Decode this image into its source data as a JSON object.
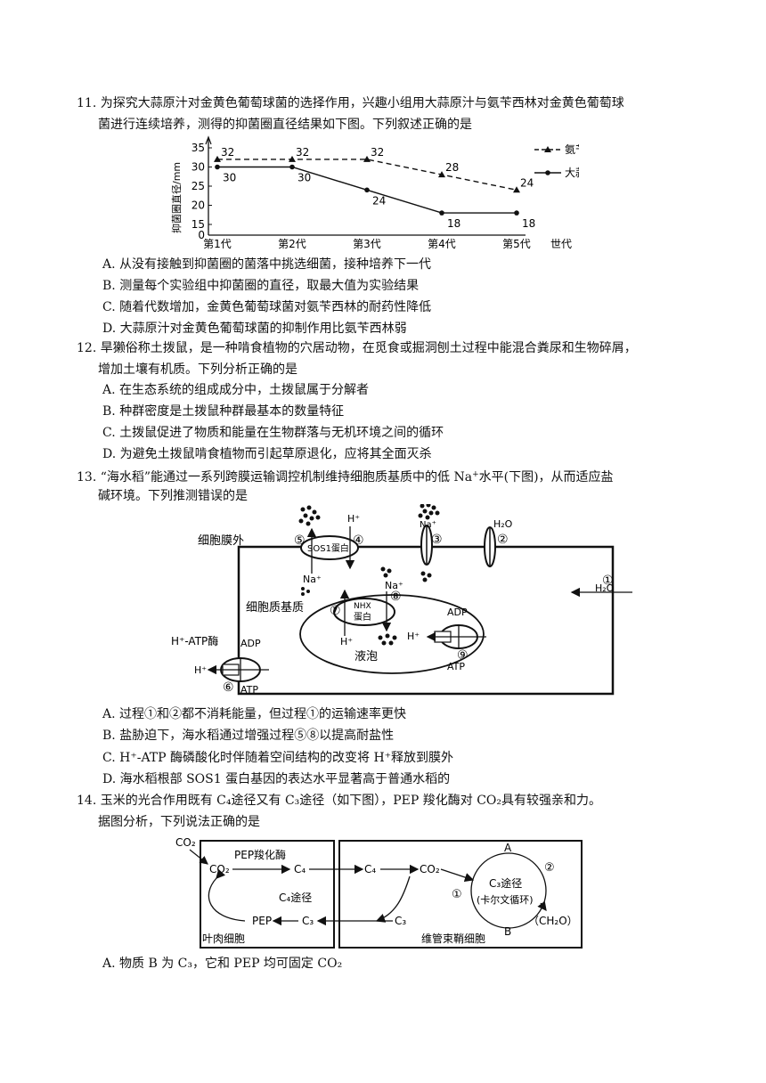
{
  "q11": {
    "stem_line1": "11. 为探究大蒜原汁对金黄色葡萄球菌的选择作用，兴趣小组用大蒜原汁与氨苄西林对金黄色葡萄球",
    "stem_line2": "菌进行连续培养，测得的抑菌圈直径结果如下图。下列叙述正确的是",
    "options": [
      "A. 从没有接触到抑菌圈的菌落中挑选细菌，接种培养下一代",
      "B. 测量每个实验组中抑菌圈的直径，取最大值为实验结果",
      "C. 随着代数增加，金黄色葡萄球菌对氨苄西林的耐药性降低",
      "D. 大蒜原汁对金黄色葡萄球菌的抑制作用比氨苄西林弱"
    ]
  },
  "chart_data": {
    "type": "line",
    "ylabel": "抑菌圈直径/mm",
    "xlabel": "世代",
    "categories": [
      "第1代",
      "第2代",
      "第3代",
      "第4代",
      "第5代"
    ],
    "yticks": [
      "0",
      "15",
      "20",
      "25",
      "30",
      "35"
    ],
    "ylim": [
      0,
      35
    ],
    "series": [
      {
        "name": "氨苄西林",
        "values": [
          32,
          32,
          32,
          28,
          24
        ],
        "style": "dashed-triangle",
        "labels": [
          "32",
          "32",
          "32",
          "28",
          "24"
        ]
      },
      {
        "name": "大蒜原汁",
        "values": [
          30,
          30,
          24,
          18,
          18
        ],
        "style": "solid-dot",
        "labels": [
          "30",
          "30",
          "24",
          "18",
          "18"
        ]
      }
    ],
    "legend": "right"
  },
  "q12": {
    "stem_line1": "12. 旱獭俗称土拨鼠，是一种啃食植物的穴居动物，在觅食或掘洞刨土过程中能混合粪尿和生物碎屑，",
    "stem_line2": "增加土壤有机质。下列分析正确的是",
    "options": [
      "A. 在生态系统的组成成分中，土拨鼠属于分解者",
      "B. 种群密度是土拨鼠种群最基本的数量特征",
      "C. 土拨鼠促进了物质和能量在生物群落与无机环境之间的循环",
      "D. 为避免土拨鼠啃食植物而引起草原退化，应将其全面灭杀"
    ]
  },
  "q13": {
    "stem_line1a": "13. “海水稻”能通过一系列跨膜运输调控机制维持细胞质基质中的低 Na",
    "stem_line1b": "水平(下图)，从而适应盐",
    "stem_line2": "碱环境。下列推测错误的是",
    "diagram": {
      "outside": "细胞膜外",
      "cytoplasm": "细胞质基质",
      "vacuole": "液泡",
      "sos1": "SOS1蛋白",
      "nhx_1": "NHX",
      "nhx_2": "蛋白",
      "atpase": "H⁺-ATP酶",
      "adp": "ADP",
      "atp": "ATP",
      "hplus": "H⁺",
      "na": "Na⁺",
      "water": "H₂O",
      "n1": "①",
      "n2": "②",
      "n3": "③",
      "n4": "④",
      "n5": "⑤",
      "n6": "⑥",
      "n7": "⑦",
      "n8": "⑧",
      "n9": "⑨"
    },
    "options": [
      "A. 过程①和②都不消耗能量，但过程①的运输速率更快",
      "B. 盐胁迫下，海水稻通过增强过程⑤⑧以提高耐盐性",
      "C.  H⁺-ATP 酶磷酸化时伴随着空间结构的改变将 H⁺释放到膜外",
      "D. 海水稻根部 SOS1 蛋白基因的表达水平显著高于普通水稻的"
    ]
  },
  "q14": {
    "stem_line1": "14. 玉米的光合作用既有 C₄途径又有 C₃途径（如下图），PEP 羧化酶对 CO₂具有较强亲和力。",
    "stem_line2": "据图分析，下列说法正确的是",
    "diagram": {
      "co2": "CO₂",
      "pep_enzyme": "PEP羧化酶",
      "c4": "C₄",
      "c4_path": "C₄途径",
      "pep": "PEP",
      "c3": "C₃",
      "mesophyll": "叶肉细胞",
      "bundle": "维管束鞘细胞",
      "c3_path": "C₃途径",
      "calvin": "(卡尔文循环)",
      "a": "A",
      "b": "B",
      "ch2o": "（CH₂O）",
      "n1": "①",
      "n2": "②"
    },
    "options": [
      "A.  物质 B 为 C₃，它和 PEP 均可固定 CO₂"
    ]
  }
}
